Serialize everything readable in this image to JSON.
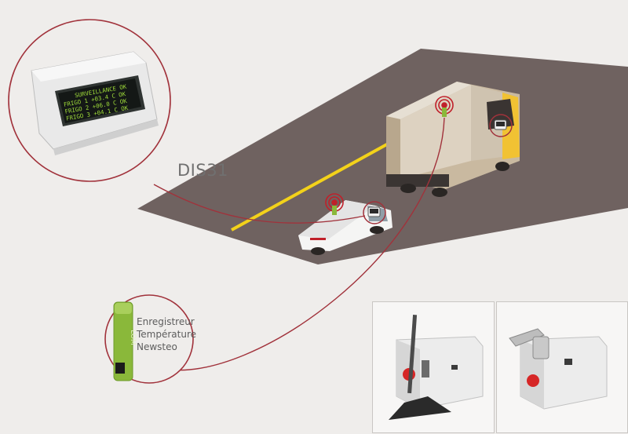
{
  "display": {
    "model": "DIS31",
    "screen_lines": [
      "SURVEILLANCE OK",
      "FRIGO 1 +03.4 C  OK",
      "FRIGO 2 +06.0 C  OK",
      "FRIGO 3 +04.1 C  OK"
    ]
  },
  "logger": {
    "lines": [
      "Enregistreur",
      "Température",
      "Newsteo"
    ],
    "body_text": "LOM"
  },
  "colors": {
    "accent_line": "#a1323b",
    "road": "#6f6260",
    "lane_marking": "#f3d21a",
    "signal": "#c0202a",
    "logger_green": "#8ab83a",
    "lcd_text": "#9fdc3a"
  }
}
